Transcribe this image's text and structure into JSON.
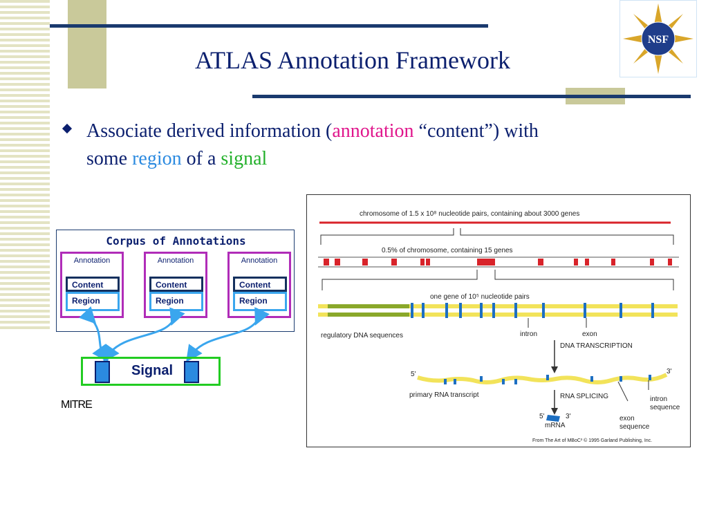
{
  "slide": {
    "title": "ATLAS Annotation Framework",
    "bullet": {
      "part1": "Associate derived information (",
      "annotation_word": "annotation",
      "part2": " “content”) with",
      "part3": "some ",
      "region_word": "region",
      "part4": " of a ",
      "signal_word": "signal"
    },
    "colors": {
      "title": "#0b1f6e",
      "annotation": "#e0168c",
      "region": "#2b8ae0",
      "signal": "#22b02a",
      "rule": "#1a3a6e"
    }
  },
  "corpus": {
    "title": "Corpus of Annotations",
    "annotations": [
      {
        "label": "Annotation",
        "content": "Content",
        "region": "Region"
      },
      {
        "label": "Annotation",
        "content": "Content",
        "region": "Region"
      },
      {
        "label": "Annotation",
        "content": "Content",
        "region": "Region"
      }
    ],
    "signal_label": "Signal"
  },
  "footer": {
    "org": "MITRE"
  },
  "figure": {
    "chromosome": "chromosome of 1.5 x 10⁸ nucleotide pairs, containing about 3000 genes",
    "fraction": "0.5% of chromosome, containing 15 genes",
    "gene": "one gene of 10⁵ nucleotide pairs",
    "regulatory": "regulatory DNA sequences",
    "intron": "intron",
    "exon": "exon",
    "transcription": "DNA TRANSCRIPTION",
    "five_prime": "5'",
    "three_prime": "3'",
    "primary": "primary RNA transcript",
    "splicing": "RNA SPLICING",
    "intron_seq_1": "intron",
    "intron_seq_2": "sequence",
    "exon_seq_1": "exon",
    "exon_seq_2": "sequence",
    "mrna": "mRNA",
    "credit": "From The Art of MBoC³ © 1995 Garland Publishing, Inc."
  },
  "logo": {
    "text": "NSF",
    "icon": "nsf-seal-icon"
  }
}
